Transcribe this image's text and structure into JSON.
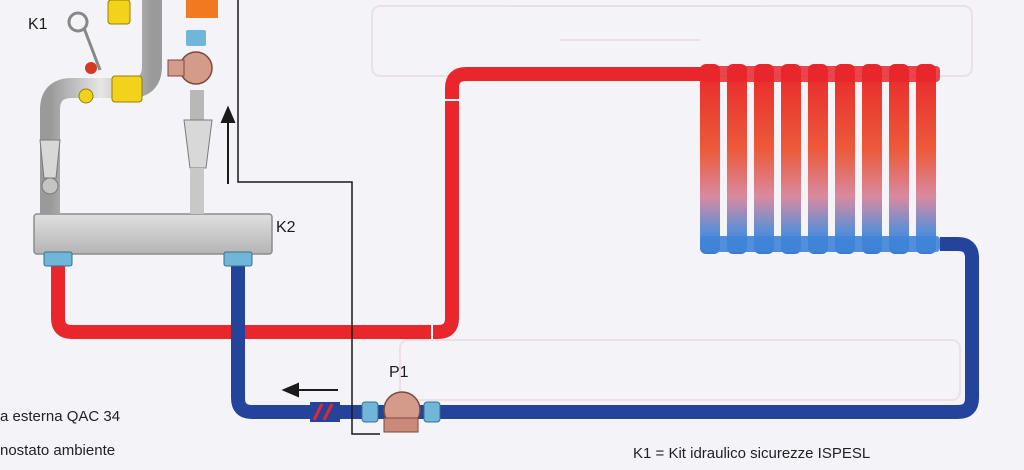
{
  "labels": {
    "k1": "K1",
    "k2": "K2",
    "p1": "P1"
  },
  "legend": {
    "line1": "a esterna QAC 34",
    "line2": "nostato ambiente",
    "k1_def": "K1 = Kit idraulico sicurezze ISPESL"
  },
  "colors": {
    "supply_pipe": "#e8262b",
    "return_pipe": "#24439a",
    "manifold": "#c8c8c8",
    "valve_yellow": "#f2d21a",
    "pump_body": "#d49a8a",
    "fitting_cyan": "#6fb6d8",
    "wire": "#1a1a1a",
    "background": "#f4f4f8"
  },
  "components": {
    "radiator_sections": 9,
    "icons": [
      "pump-icon",
      "check-valve-icon",
      "flow-arrow-icon",
      "radiator-icon",
      "manifold-icon",
      "safety-kit-icon"
    ]
  }
}
